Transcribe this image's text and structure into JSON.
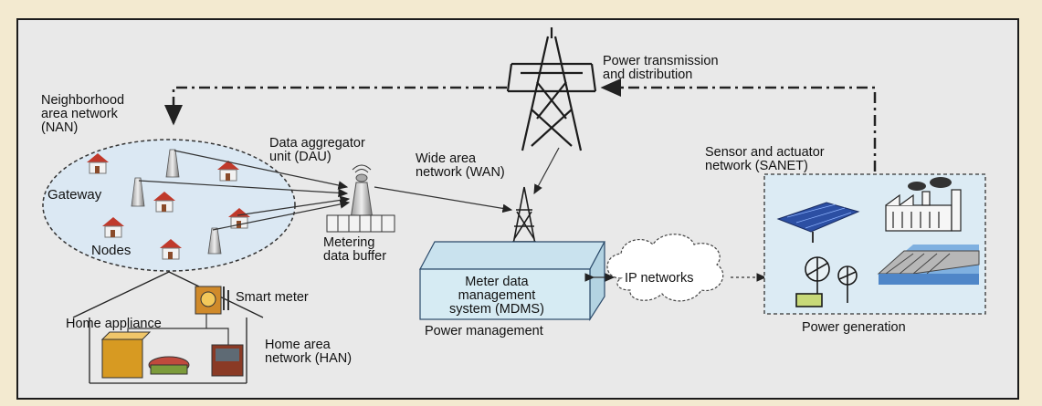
{
  "labels": {
    "power_transmission": "Power transmission\nand distribution",
    "nan": "Neighborhood\narea network\n(NAN)",
    "dau": "Data aggregator\nunit (DAU)",
    "wan": "Wide area\nnetwork (WAN)",
    "sanet": "Sensor and actuator\nnetwork (SANET)",
    "gateway": "Gateway",
    "nodes": "Nodes",
    "metering_buffer": "Metering\ndata buffer",
    "mdms": "Meter data\nmanagement\nsystem (MDMS)",
    "ip_networks": "IP networks",
    "smart_meter": "Smart meter",
    "home_appliance": "Home appliance",
    "han": "Home area\nnetwork (HAN)",
    "power_management": "Power management",
    "power_generation": "Power generation"
  },
  "icons": [
    "transmission-tower-icon",
    "house-icon",
    "antenna-icon",
    "aggregator-icon",
    "cell-tower-icon",
    "server-box-icon",
    "cloud-icon",
    "solar-panel-icon",
    "factory-icon",
    "wind-turbine-icon",
    "dam-icon",
    "smart-meter-icon",
    "appliance-icon"
  ],
  "colors": {
    "background": "#f3ead0",
    "panel": "#e9e9e9",
    "nan_fill": "#dbe8f3",
    "house_roof": "#c0392b",
    "mdms_fill": "#d6ebf3"
  }
}
